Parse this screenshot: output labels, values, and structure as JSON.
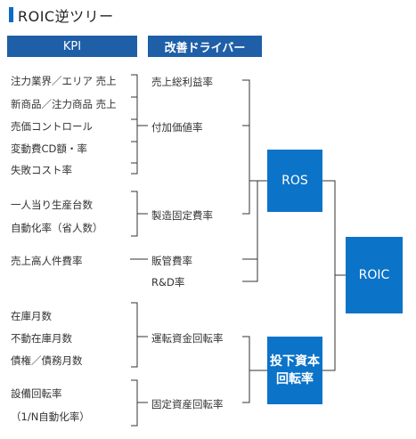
{
  "title": "ROIC逆ツリー",
  "headers": {
    "kpi": "KPI",
    "drivers": "改善ドライバー"
  },
  "kpis": [
    "注力業界／エリア 売上",
    "新商品／注力商品 売上",
    "売価コントロール",
    "変動費CD額・率",
    "失敗コスト率",
    "一人当り生産台数",
    "自動化率（省人数）",
    "売上高人件費率",
    "在庫月数",
    "不動在庫月数",
    "債権／債務月数",
    "設備回転率",
    "（1/N自動化率）"
  ],
  "drivers": [
    "売上総利益率",
    "付加価値率",
    "製造固定費率",
    "販管費率",
    "R&D率",
    "運転資金回転率",
    "固定資産回転率"
  ],
  "boxes": {
    "ros": "ROS",
    "roic": "ROIC",
    "investment_line1": "投下資本",
    "investment_line2": "回転率"
  }
}
